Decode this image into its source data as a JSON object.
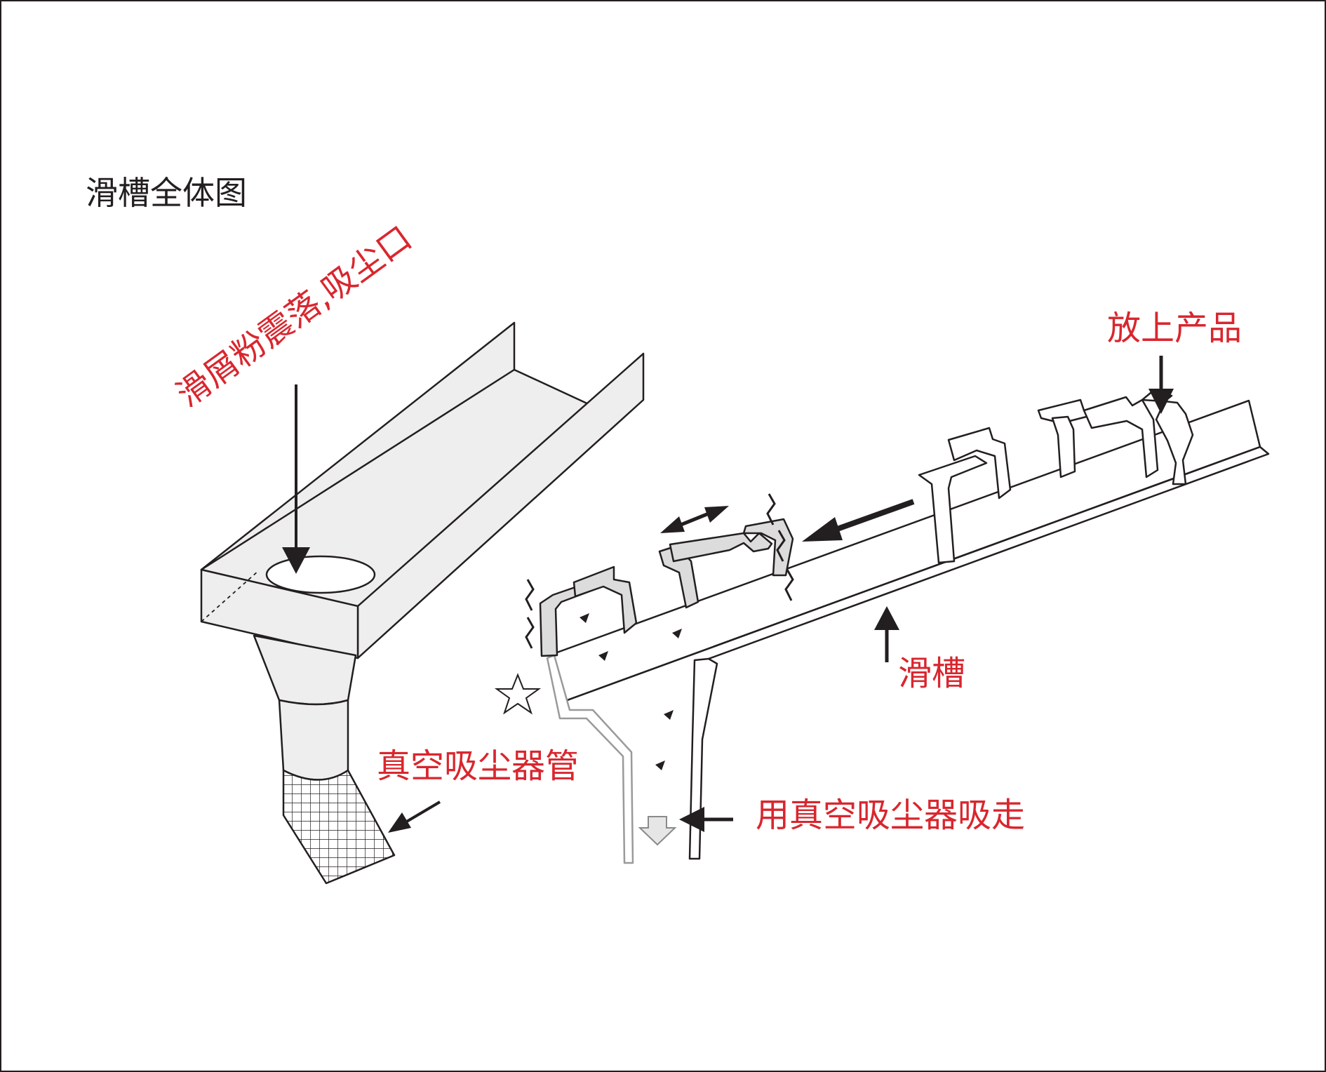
{
  "title": "滑槽全体图",
  "labels": {
    "shake_off": "滑屑粉震落,吸尘口",
    "place_product": "放上产品",
    "chute": "滑槽",
    "vacuum_pipe": "真空吸尘器管",
    "vacuum_remove": "用真空吸尘器吸走"
  },
  "colors": {
    "label_red": "#d9262e",
    "line": "#231f20",
    "fill_gray": "#eeeeef"
  }
}
